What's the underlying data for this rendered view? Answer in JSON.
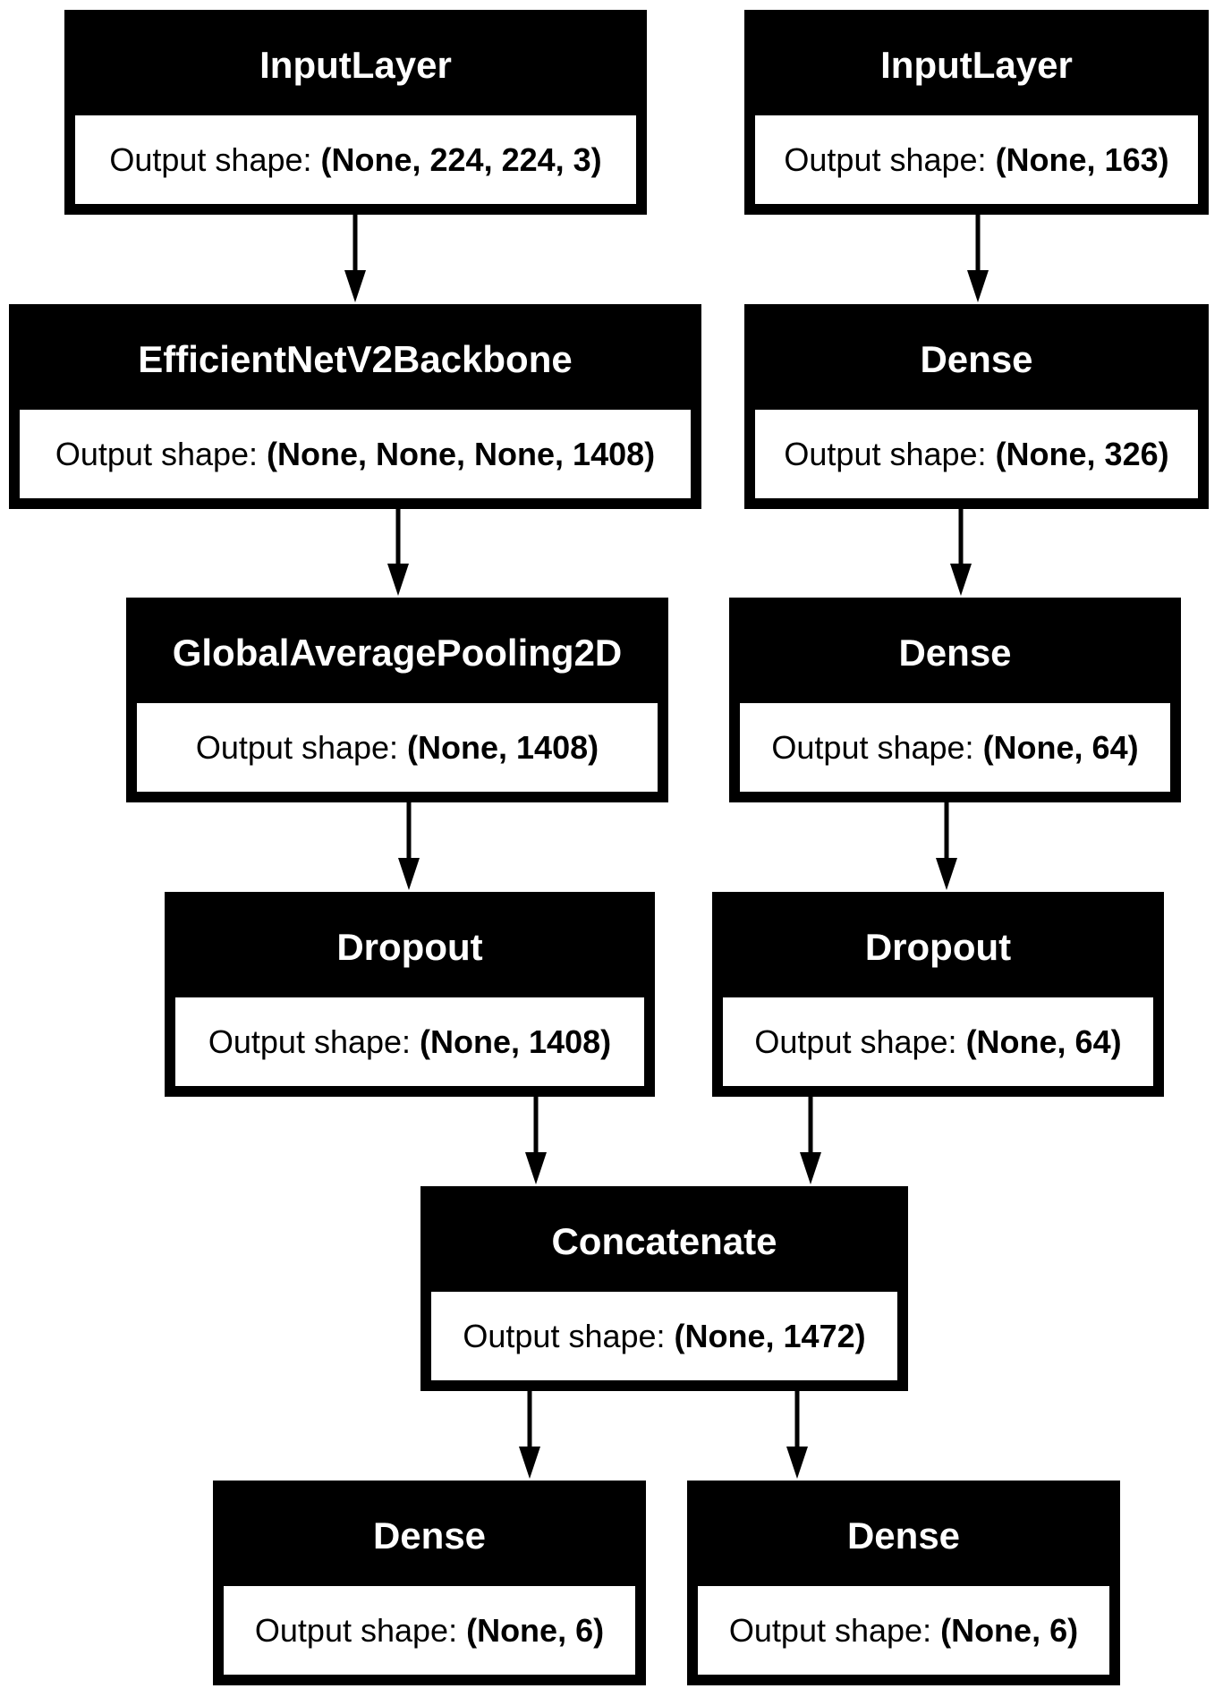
{
  "output_shape_label": "Output shape:",
  "nodes": [
    {
      "id": "input_image",
      "title": "InputLayer",
      "shape": "(None, 224, 224, 3)"
    },
    {
      "id": "input_tabular",
      "title": "InputLayer",
      "shape": "(None, 163)"
    },
    {
      "id": "efficientnet_backbone",
      "title": "EfficientNetV2Backbone",
      "shape": "(None, None, None, 1408)"
    },
    {
      "id": "dense_1",
      "title": "Dense",
      "shape": "(None, 326)"
    },
    {
      "id": "global_avg_pool",
      "title": "GlobalAveragePooling2D",
      "shape": "(None, 1408)"
    },
    {
      "id": "dense_2",
      "title": "Dense",
      "shape": "(None, 64)"
    },
    {
      "id": "dropout_left",
      "title": "Dropout",
      "shape": "(None, 1408)"
    },
    {
      "id": "dropout_right",
      "title": "Dropout",
      "shape": "(None, 64)"
    },
    {
      "id": "concatenate",
      "title": "Concatenate",
      "shape": "(None, 1472)"
    },
    {
      "id": "dense_out_1",
      "title": "Dense",
      "shape": "(None, 6)"
    },
    {
      "id": "dense_out_2",
      "title": "Dense",
      "shape": "(None, 6)"
    }
  ],
  "edges": [
    [
      "input_image",
      "efficientnet_backbone"
    ],
    [
      "input_tabular",
      "dense_1"
    ],
    [
      "efficientnet_backbone",
      "global_avg_pool"
    ],
    [
      "dense_1",
      "dense_2"
    ],
    [
      "global_avg_pool",
      "dropout_left"
    ],
    [
      "dense_2",
      "dropout_right"
    ],
    [
      "dropout_left",
      "concatenate"
    ],
    [
      "dropout_right",
      "concatenate"
    ],
    [
      "concatenate",
      "dense_out_1"
    ],
    [
      "concatenate",
      "dense_out_2"
    ]
  ]
}
